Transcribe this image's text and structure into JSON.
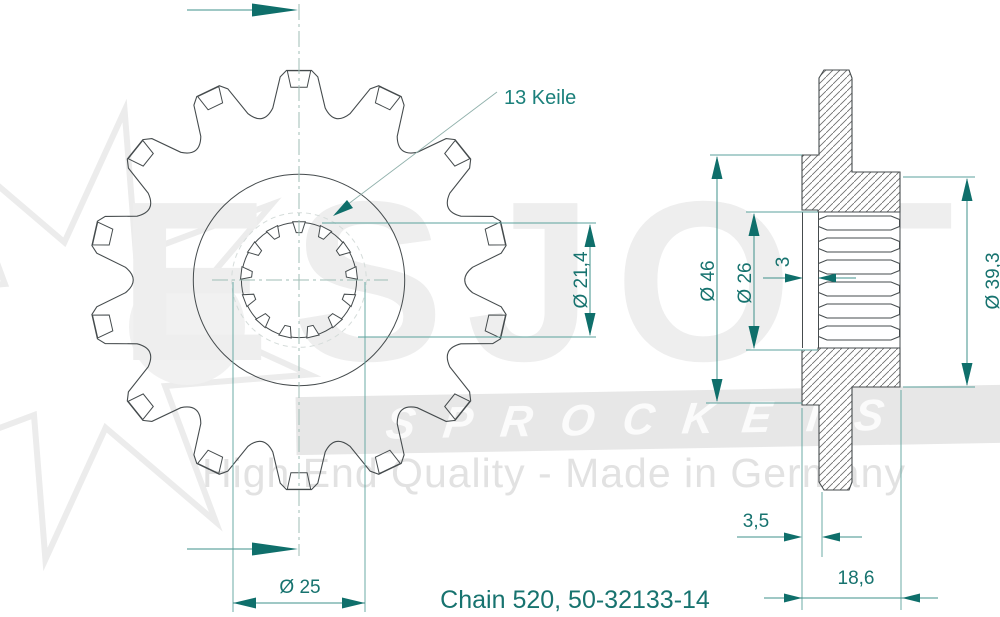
{
  "labels": {
    "splines_callout": "13 Keile",
    "caption": "Chain 520, 50-32133-14",
    "dim_bore": "Ø 21,4",
    "dim_spline_od": "Ø 25",
    "dim_hub_od": "Ø 46",
    "dim_spline_bore": "Ø 26",
    "dim_offset": "3",
    "dim_seat": "Ø 39,3",
    "dim_flange": "3,5",
    "dim_width": "18,6"
  },
  "watermark": {
    "brand": "ESJOT",
    "line": "SPROCKETS",
    "tagline": "High End Quality - Made in Germany"
  },
  "colors": {
    "accent": "#17736f",
    "outline": "#454b4d",
    "centerline": "#9fbdb6"
  }
}
